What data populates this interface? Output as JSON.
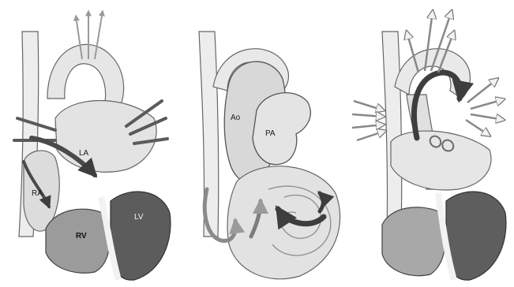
{
  "panels": [
    {
      "labels": {
        "ra": "RA",
        "la": "LA",
        "rv": "RV",
        "lv": "LV"
      }
    },
    {
      "labels": {
        "ao": "Ao",
        "pa": "PA"
      }
    },
    {
      "labels": {}
    }
  ],
  "colors": {
    "tissue": "#d9d9d9",
    "tissue_dark": "#8a8a8a",
    "vessel": "#e8e8e8",
    "arrow_dark": "#4a4a4a",
    "arrow_light": "#b5b5b5",
    "outline": "#555555"
  }
}
